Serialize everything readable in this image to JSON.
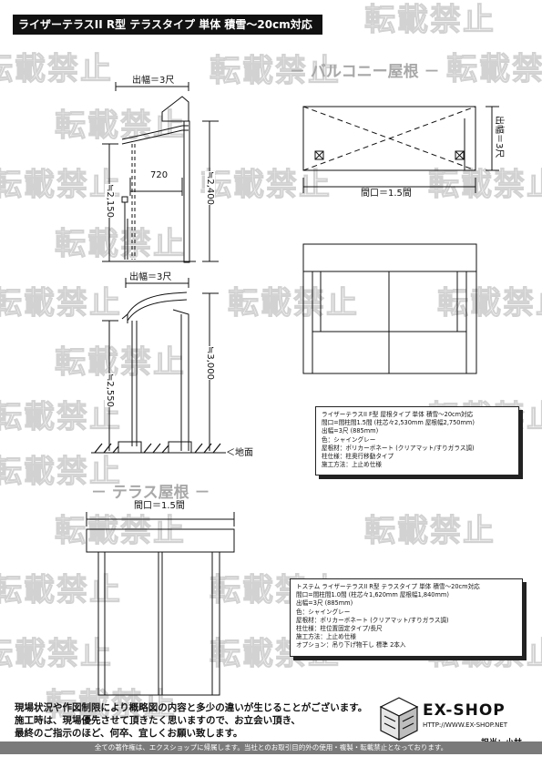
{
  "title": "ライザーテラスII R型 テラスタイプ 単体 積雪～20cm対応",
  "watermark": "転載禁止",
  "sections": {
    "balcony": "－ バルコニー屋根 －",
    "terrace": "－ テラス屋根 －"
  },
  "side_view_1": {
    "width_label": "出幅＝3尺",
    "depth_label": "720",
    "height_left": "≒2,150",
    "height_right": "≒2,400"
  },
  "plan_view": {
    "width_label": "間口＝1.5間",
    "depth_label": "出幅＝3尺"
  },
  "side_view_2": {
    "width_label": "出幅＝3尺",
    "height_left": "≒2,550",
    "height_right": "≒3,000",
    "ground_label": "＜地面"
  },
  "front_view": {
    "width_label": "間口＝1.5間"
  },
  "spec_balcony": {
    "lines": [
      "ライザーテラスII F型 屋根タイプ 単体 積雪～20cm対応",
      "間口=間柱間1.5間 (柱芯々2,530mm 屋根幅2,750mm)",
      "出幅=3尺 (885mm)",
      "色：シャイングレー",
      "屋根材：ポリカーボネート (クリアマット/すりガラス調)",
      "柱仕様：柱奥行移動タイプ",
      "施工方法：上止め仕様"
    ]
  },
  "spec_terrace": {
    "lines": [
      "トステム ライザーテラスII R型 テラスタイプ 単体 積雪～20cm対応",
      "間口=間柱間1.0間 (柱芯々1,620mm 屋根幅1,840mm)",
      "出幅=3尺 (885mm)",
      "色：シャイングレー",
      "屋根材：ポリカーボネート (クリアマット/すりガラス調)",
      "柱仕様：柱位置固定タイプ/長尺",
      "施工方法：上止め仕様",
      "オプション：吊り下げ物干し 標準 2本入"
    ]
  },
  "notice": {
    "lines": [
      "現場状況や作図制限により概略図の内容と多少の違いが生じることがございます。",
      "施工時は、現場優先させて頂きたく思いますので、お立会い頂き、",
      "最終のご指示のほど、何卒、宜しくお願い致します。"
    ]
  },
  "logo": {
    "name": "EX-SHOP",
    "url": "HTTP://WWW.EX-SHOP.NET",
    "person": "担当：小林"
  },
  "footer": "全ての著作権は、エクスショップに帰属します。当社とのお取引目的外の使用・複製・転載禁止となっております。"
}
